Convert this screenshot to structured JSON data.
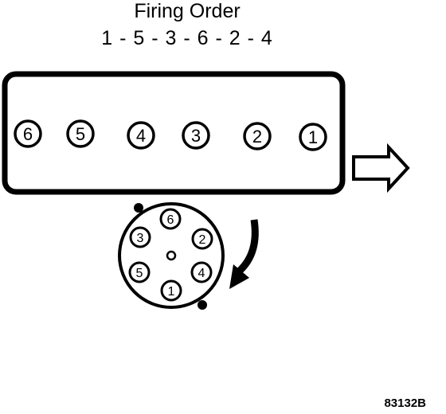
{
  "title": "Firing Order",
  "firing_order": "1 - 5 - 3 - 6 - 2 - 4",
  "engine_block": {
    "cylinders": [
      "6",
      "5",
      "4",
      "3",
      "2",
      "1"
    ]
  },
  "distributor": {
    "terminals": [
      "6",
      "2",
      "4",
      "1",
      "5",
      "3"
    ],
    "rotation": "clockwise"
  },
  "figure_code": "83132B",
  "icons": {
    "direction": "arrow-right-icon",
    "rotation": "curved-arrow-icon"
  },
  "colors": {
    "line": "#000000",
    "background": "#ffffff"
  }
}
